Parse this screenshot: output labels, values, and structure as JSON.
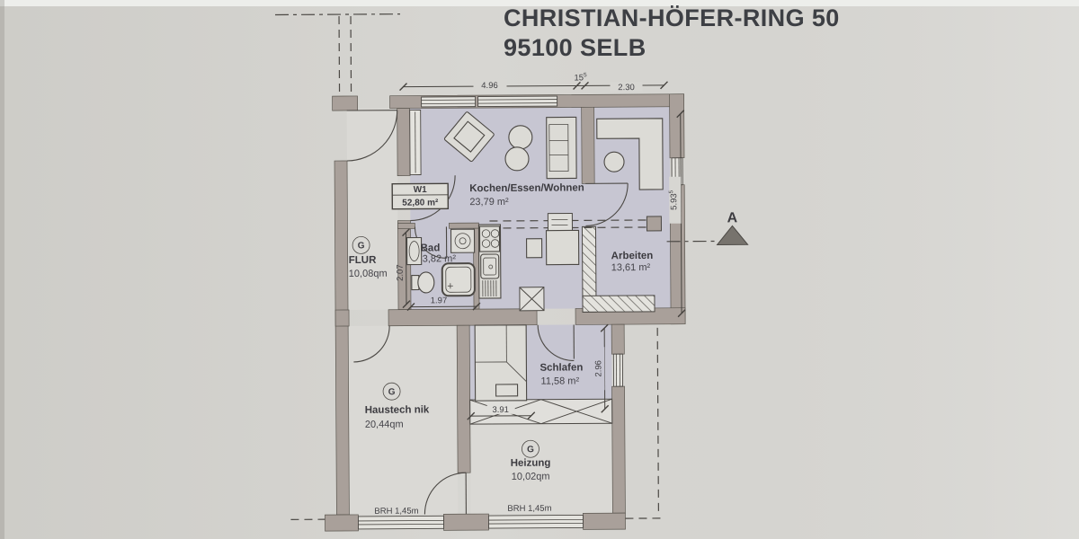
{
  "header": {
    "address_line1": "CHRISTIAN-HÖFER-RING 50",
    "address_line2": "95100 SELB"
  },
  "unit_box": {
    "id": "W1",
    "area": "52,80 m²"
  },
  "rooms": {
    "wohnen": {
      "name": "Kochen/Essen/Wohnen",
      "area": "23,79 m²"
    },
    "arbeiten": {
      "name": "Arbeiten",
      "area": "13,61 m²"
    },
    "bad": {
      "name": "Bad",
      "area": "3,82 m²"
    },
    "schlafen": {
      "name": "Schlafen",
      "area": "11,58 m²"
    },
    "flur": {
      "name": "FLUR",
      "area": "10,08qm"
    },
    "haustechnik": {
      "name": "Haustech nik",
      "area": "20,44qm"
    },
    "heizung": {
      "name": "Heizung",
      "area": "10,02qm"
    }
  },
  "dims": {
    "top_left": "4.96",
    "top_mid": "15",
    "top_mid_sup": "5",
    "top_right": "2.30",
    "right_height": "5.93",
    "right_height_sup": "5",
    "bad_width": "1.97",
    "bad_depth": "2.07",
    "schlafen_width": "3.91",
    "schlafen_depth": "2.96",
    "parapet_left": "BRH 1,45m",
    "parapet_right": "BRH 1,45m"
  },
  "symbols": {
    "common_area": "G",
    "section": "A"
  },
  "colors": {
    "paper": "#d7d6d2",
    "wall": "#a9a09a",
    "apartment_tint": "#c7c6d2",
    "line": "#4b4844"
  }
}
